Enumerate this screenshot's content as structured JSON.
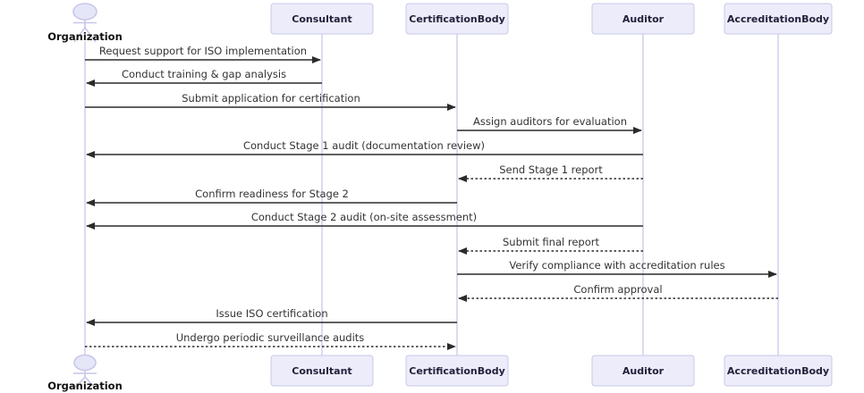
{
  "diagram": {
    "type": "uml-sequence-diagram",
    "participants": [
      {
        "name": "Organization",
        "kind": "actor"
      },
      {
        "name": "Consultant",
        "kind": "participant"
      },
      {
        "name": "CertificationBody",
        "kind": "participant"
      },
      {
        "name": "Auditor",
        "kind": "participant"
      },
      {
        "name": "AccreditationBody",
        "kind": "participant"
      }
    ],
    "messages": [
      {
        "from": "Organization",
        "to": "Consultant",
        "label": "Request support for ISO implementation",
        "line": "solid"
      },
      {
        "from": "Consultant",
        "to": "Organization",
        "label": "Conduct training & gap analysis",
        "line": "solid"
      },
      {
        "from": "Organization",
        "to": "CertificationBody",
        "label": "Submit application for certification",
        "line": "solid"
      },
      {
        "from": "CertificationBody",
        "to": "Auditor",
        "label": "Assign auditors for evaluation",
        "line": "solid"
      },
      {
        "from": "Auditor",
        "to": "Organization",
        "label": "Conduct Stage 1 audit (documentation review)",
        "line": "solid"
      },
      {
        "from": "Auditor",
        "to": "CertificationBody",
        "label": "Send Stage 1 report",
        "line": "dashed"
      },
      {
        "from": "CertificationBody",
        "to": "Organization",
        "label": "Confirm readiness for Stage 2",
        "line": "solid"
      },
      {
        "from": "Auditor",
        "to": "Organization",
        "label": "Conduct Stage 2 audit (on-site assessment)",
        "line": "solid"
      },
      {
        "from": "Auditor",
        "to": "CertificationBody",
        "label": "Submit final report",
        "line": "dashed"
      },
      {
        "from": "CertificationBody",
        "to": "AccreditationBody",
        "label": "Verify compliance with accreditation rules",
        "line": "solid"
      },
      {
        "from": "AccreditationBody",
        "to": "CertificationBody",
        "label": "Confirm approval",
        "line": "dashed"
      },
      {
        "from": "CertificationBody",
        "to": "Organization",
        "label": "Issue ISO certification",
        "line": "solid"
      },
      {
        "from": "Organization",
        "to": "CertificationBody",
        "label": "Undergo periodic surveillance audits",
        "line": "dashed"
      }
    ],
    "colors": {
      "participant_fill": "#ECECFB",
      "participant_border": "#C9C9E8",
      "lifeline": "#CCCCEB",
      "actor_stroke": "#C7C7E8",
      "actor_fill": "#E6E6F9",
      "arrow": "#2B2B2B",
      "text": "#333333",
      "background": "#FFFFFF"
    }
  }
}
